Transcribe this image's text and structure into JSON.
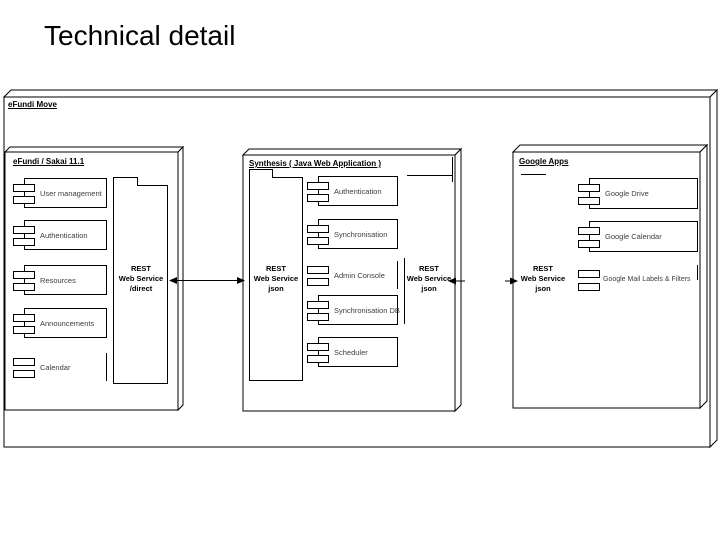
{
  "slide": {
    "title": "Technical detail"
  },
  "colors": {
    "line": "#000000",
    "background": "#ffffff",
    "component_text": "#3d3d3d"
  },
  "diagram": {
    "frame": {
      "label": "eFundi Move"
    },
    "nodes": [
      {
        "title": "eFundi / Sakai 11.1",
        "components": [
          "User management",
          "Authentication",
          "Resources",
          "Announcements",
          "Calendar"
        ],
        "rest": [
          "REST",
          "Web Service",
          "/direct"
        ]
      },
      {
        "title": "Synthesis  ( Java Web Application )",
        "components": [
          "Authentication",
          "Synchronisation",
          "Admin Console",
          "Synchronisation DB",
          "Scheduler"
        ],
        "rest_left": [
          "REST",
          "Web Service",
          "json"
        ],
        "rest_right": [
          "REST",
          "Web Service",
          "json"
        ]
      },
      {
        "title": "Google Apps",
        "components": [
          "Google Drive",
          "Google Calendar",
          "Google Mail Labels & Filters"
        ],
        "rest": [
          "REST",
          "Web Service",
          "json"
        ]
      }
    ]
  }
}
